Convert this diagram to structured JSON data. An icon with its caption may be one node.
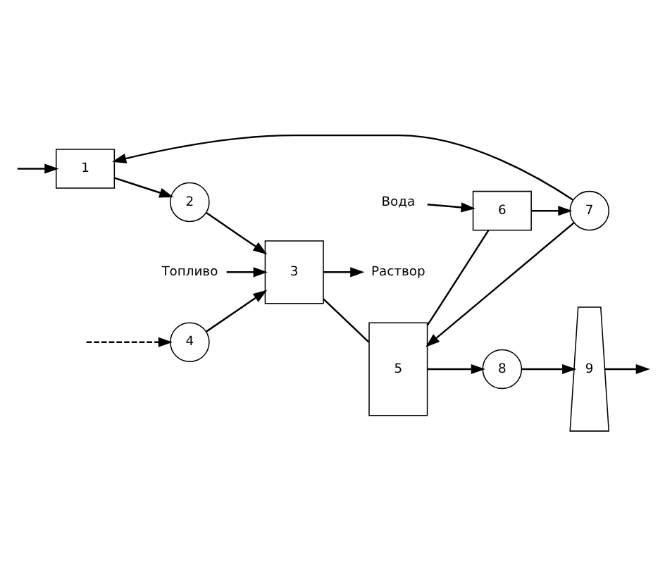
{
  "diagram": {
    "nodes": [
      {
        "text": [
          "1"
        ]
      },
      {
        "text": [
          "2"
        ]
      },
      {
        "text": [
          "3"
        ]
      },
      {
        "text": [
          "4"
        ]
      },
      {
        "text": [
          "5"
        ]
      },
      {
        "text": [
          "6"
        ]
      },
      {
        "text": [
          "7"
        ]
      },
      {
        "text": [
          "8"
        ]
      },
      {
        "text": [
          "9"
        ]
      },
      {
        "text": [
          "Топливо"
        ]
      },
      {
        "text": [
          "Вода"
        ]
      },
      {
        "text": [
          "Раствор"
        ]
      }
    ],
    "edges": [
      {
        "from": null,
        "to": 0,
        "arrow": "to"
      },
      {
        "from": 0,
        "to": 1,
        "arrow": "to"
      },
      {
        "from": 1,
        "to": 2,
        "arrow": "to"
      },
      {
        "from": 9,
        "to": 2,
        "arrow": "to"
      },
      {
        "from": 3,
        "to": 2,
        "arrow": "to"
      },
      {
        "from": null,
        "to": 3,
        "arrow": "to",
        "style": "dashed"
      },
      {
        "from": 2,
        "to": 11,
        "arrow": "to"
      },
      {
        "from": 2,
        "to": 4,
        "arrow": "none"
      },
      {
        "from": 4,
        "to": 5,
        "arrow": "none"
      },
      {
        "from": 10,
        "to": 5,
        "arrow": "to"
      },
      {
        "from": 5,
        "to": 6,
        "arrow": "to"
      },
      {
        "from": 6,
        "to": 4,
        "arrow": "to"
      },
      {
        "from": 6,
        "to": 0,
        "arrow": "to"
      },
      {
        "from": 4,
        "to": 7,
        "arrow": "to"
      },
      {
        "from": 7,
        "to": 8,
        "arrow": "to"
      },
      {
        "from": 8,
        "to": null,
        "arrow": "to"
      }
    ]
  }
}
